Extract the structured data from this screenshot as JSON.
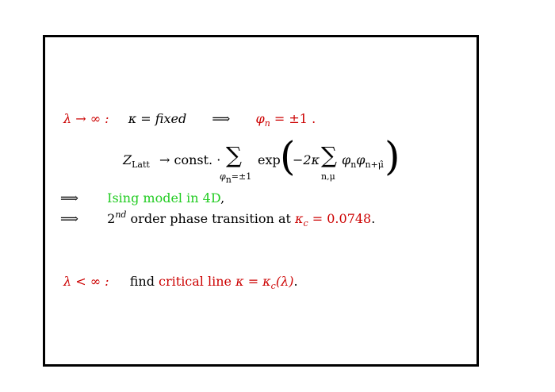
{
  "slide": {
    "line1": {
      "lambda_limit": "λ → ∞ :",
      "kappa_fixed": "κ = fixed",
      "implies": "⟹",
      "phi_n": "φ",
      "phi_n_sub": "n",
      "phi_eq": "= ±1 ."
    },
    "formula": {
      "Z": "Z",
      "Z_sub": "Latt",
      "arrow_const": "→ const. ·",
      "sum_symbol": "∑",
      "sum1_sub": "φ",
      "sum1_sub_sub": "n",
      "sum1_sub_eq": "=±1",
      "exp": "exp",
      "paren_open": "(",
      "minus_two_kappa": "−2κ",
      "sum2_sub": "n,μ",
      "phi_phi": "φ",
      "phi_phi_sub1": "n",
      "phi_phi_mid": "φ",
      "phi_phi_sub2": "n+μ̂",
      "paren_close": ")"
    },
    "line2": {
      "implies": "⟹",
      "ising": "Ising model in 4D",
      "comma": ","
    },
    "line3": {
      "implies": "⟹",
      "order_num": "2",
      "order_sup": "nd",
      "order_text": " order phase transition at ",
      "kappa_c": "κ",
      "kappa_c_sub": "c",
      "kappa_c_val": " = 0.0748",
      "period": "."
    },
    "line4": {
      "lambda_finite": "λ < ∞ :",
      "find": "find ",
      "critical_line": "critical line ",
      "kappa_eq": "κ = κ",
      "kappa_eq_sub": "c",
      "kappa_eq_arg": "(λ)",
      "period": "."
    }
  }
}
